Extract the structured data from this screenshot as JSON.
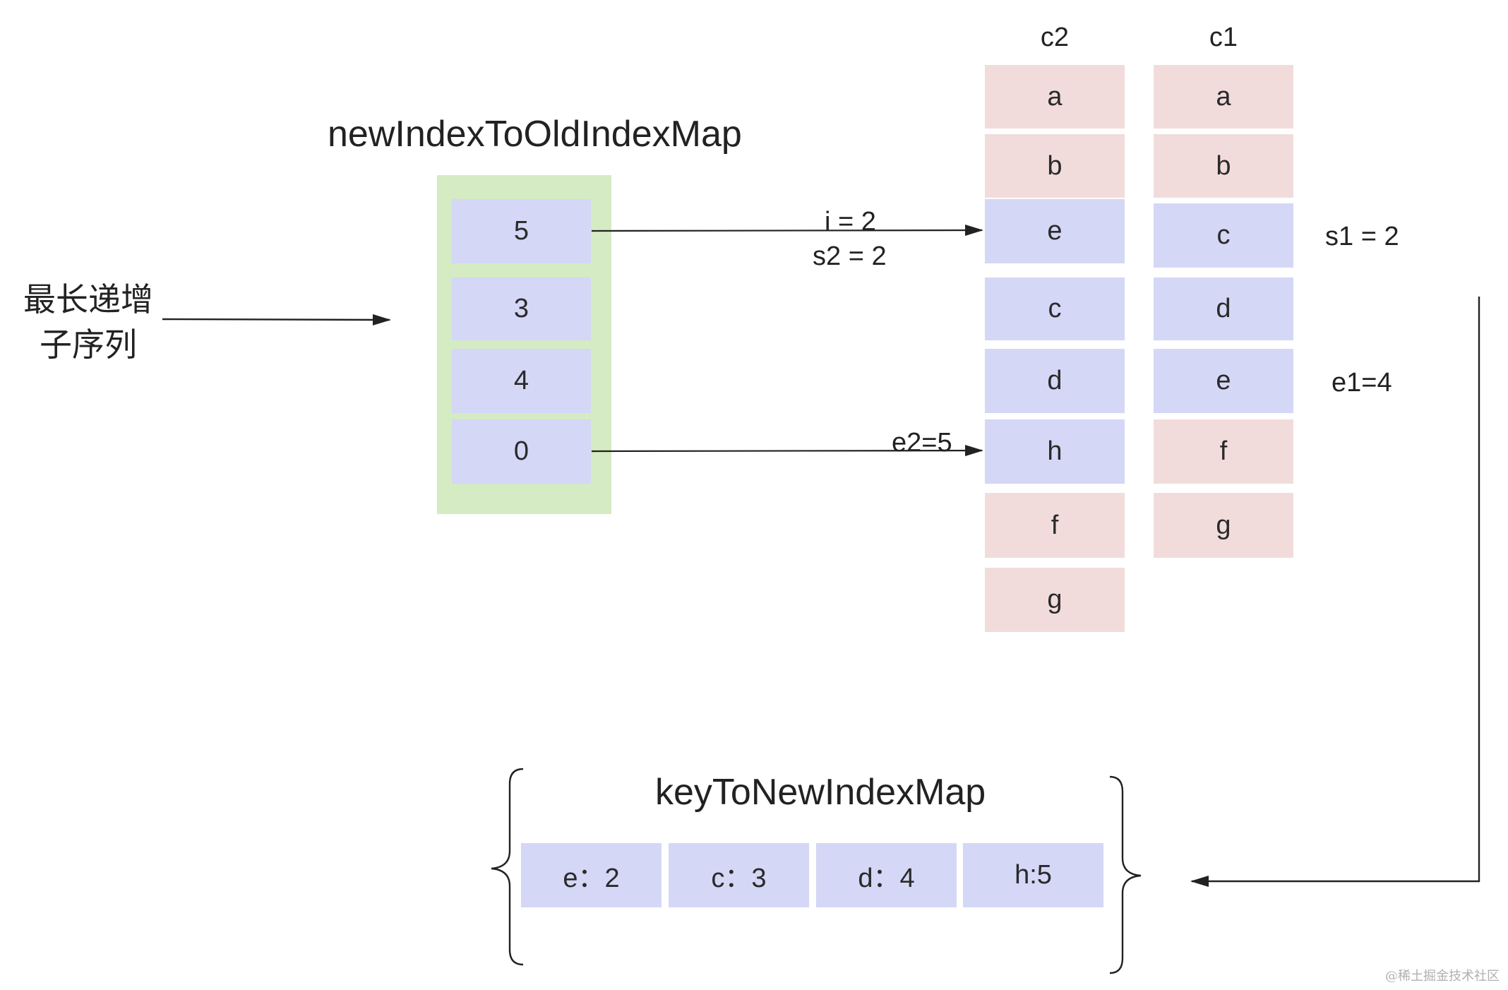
{
  "left_label": {
    "line1": "最长递增",
    "line2": "子序列"
  },
  "new_index_map": {
    "title": "newIndexToOldIndexMap",
    "values": [
      "5",
      "3",
      "4",
      "0"
    ]
  },
  "c2": {
    "header": "c2",
    "items": [
      {
        "label": "a",
        "color": "#f2dcdb"
      },
      {
        "label": "b",
        "color": "#f2dcdb"
      },
      {
        "label": "e",
        "color": "#d4d7f5"
      },
      {
        "label": "c",
        "color": "#d4d7f5"
      },
      {
        "label": "d",
        "color": "#d4d7f5"
      },
      {
        "label": "h",
        "color": "#d4d7f5"
      },
      {
        "label": "f",
        "color": "#f2dcdb"
      },
      {
        "label": "g",
        "color": "#f2dcdb"
      }
    ]
  },
  "c1": {
    "header": "c1",
    "items": [
      {
        "label": "a",
        "color": "#f2dcdb"
      },
      {
        "label": "b",
        "color": "#f2dcdb"
      },
      {
        "label": "c",
        "color": "#d4d7f5"
      },
      {
        "label": "d",
        "color": "#d4d7f5"
      },
      {
        "label": "e",
        "color": "#d4d7f5"
      },
      {
        "label": "f",
        "color": "#f2dcdb"
      },
      {
        "label": "g",
        "color": "#f2dcdb"
      }
    ]
  },
  "annotations": {
    "i": "i = 2",
    "s2": "s2 = 2",
    "e2": "e2=5",
    "s1": "s1 = 2",
    "e1": "e1=4"
  },
  "key_map": {
    "title": "keyToNewIndexMap",
    "entries": [
      "e：2",
      "c：3",
      "d：4",
      "h:5"
    ]
  },
  "watermark": "@稀土掘金技术社区",
  "colors": {
    "pink": "#f2dcdb",
    "blue": "#d4d7f5",
    "green": "#d5ebc3",
    "line": "#222222"
  }
}
